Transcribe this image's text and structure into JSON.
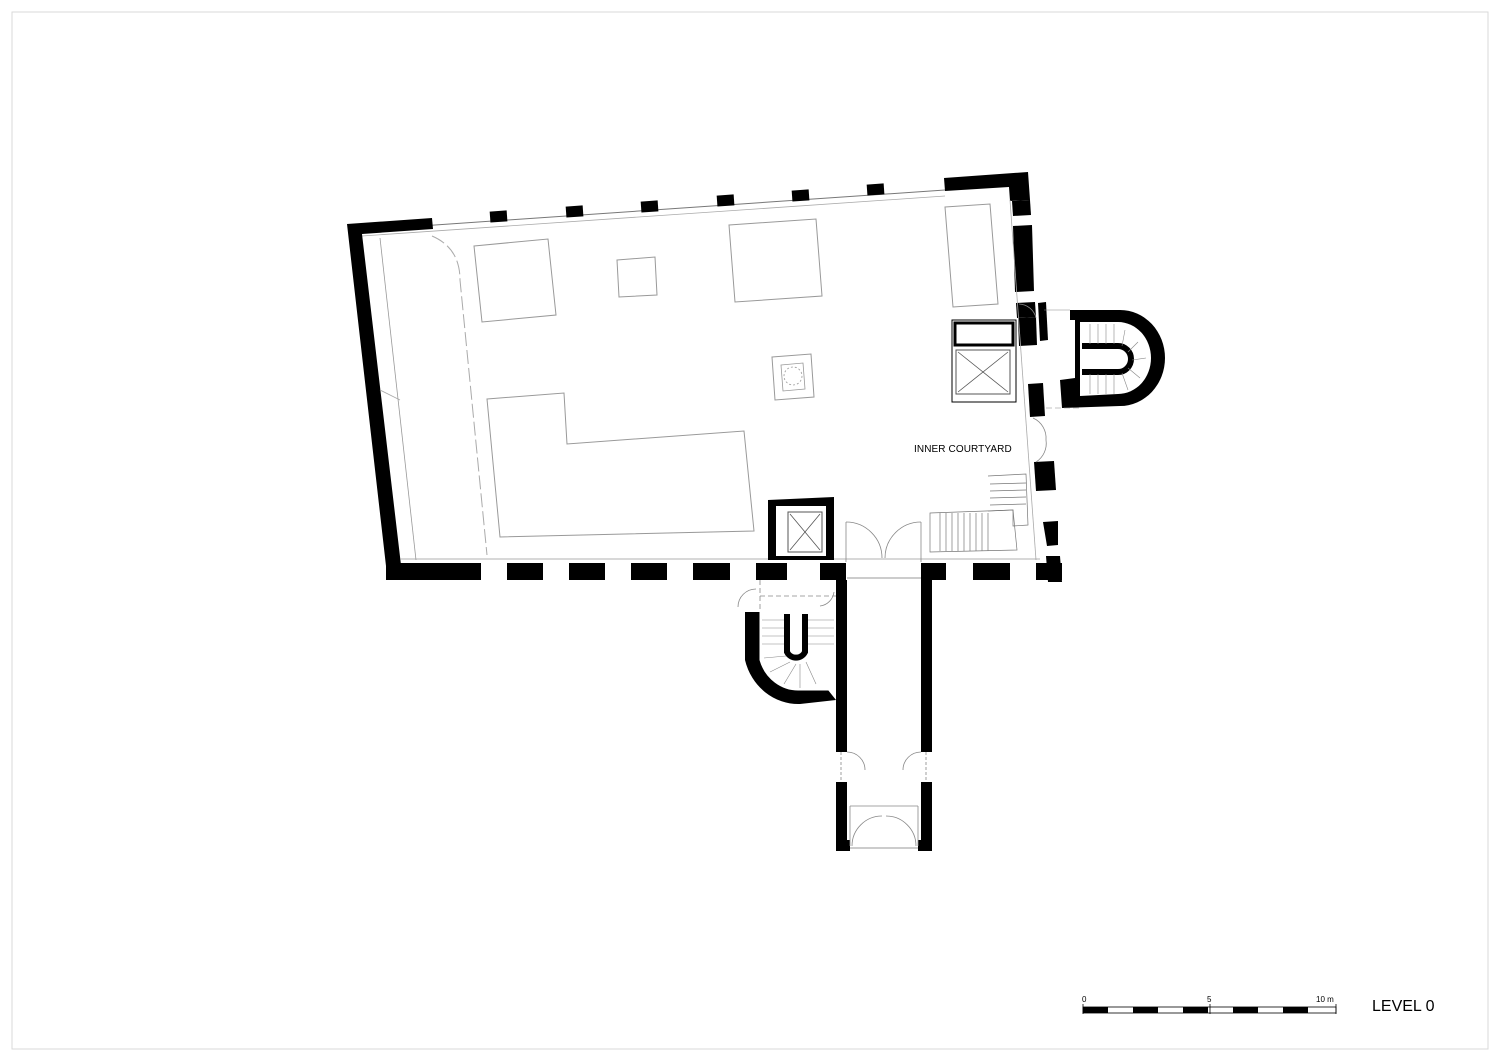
{
  "plan": {
    "room_label": "INNER COURTYARD",
    "level_label": "LEVEL 0"
  },
  "scale_bar": {
    "ticks": [
      "0",
      "5",
      "10 m"
    ]
  },
  "colors": {
    "wall": "#000000",
    "line": "#9a9a9a",
    "frame": "#d9d9d9"
  }
}
